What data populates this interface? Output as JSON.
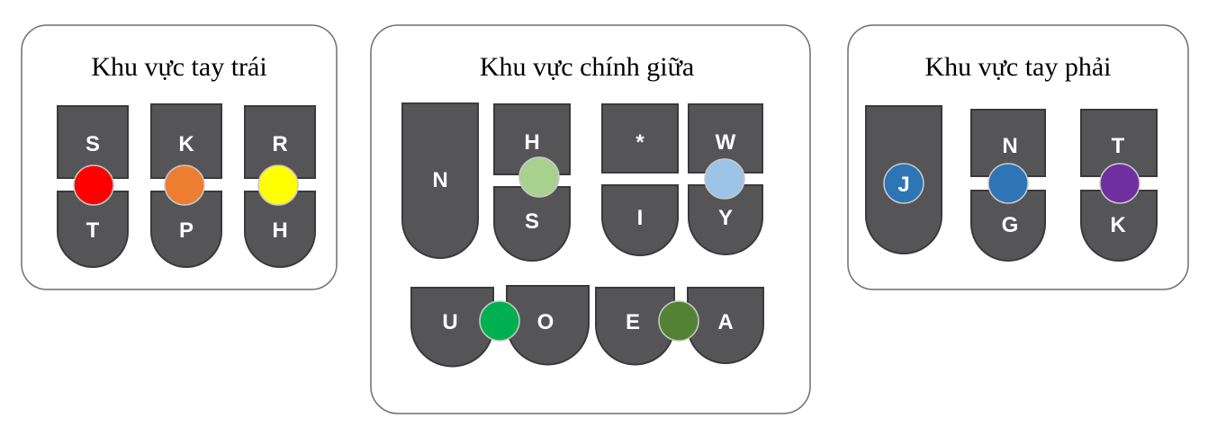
{
  "colors": {
    "key_fill": "#555557",
    "key_stroke": "#3a3a3a",
    "panel_stroke": "#6f6f6f",
    "dot_stroke": "#c8c8c8"
  },
  "panels": [
    {
      "id": "left",
      "title": "Khu vực tay trái",
      "keys": [
        {
          "kind": "split",
          "top": "S",
          "bottom": "T",
          "dot": "#ff0000"
        },
        {
          "kind": "split",
          "top": "K",
          "bottom": "P",
          "dot": "#ed7d31"
        },
        {
          "kind": "split",
          "top": "R",
          "bottom": "H",
          "dot": "#ffff00"
        }
      ]
    },
    {
      "id": "center",
      "title": "Khu vực chính giữa",
      "keys": [
        {
          "kind": "tall",
          "label": "N"
        },
        {
          "kind": "split",
          "top": "H",
          "bottom": "S",
          "dot": "#a9d18e"
        },
        {
          "kind": "split",
          "top": "*",
          "bottom": "I"
        },
        {
          "kind": "split",
          "top": "W",
          "bottom": "Y",
          "dot": "#9dc3e6"
        }
      ],
      "thumb_keys": [
        {
          "pair": [
            "U",
            "O"
          ],
          "dot": "#00b050"
        },
        {
          "pair": [
            "E",
            "A"
          ],
          "dot": "#548235"
        }
      ]
    },
    {
      "id": "right",
      "title": "Khu vực tay phải",
      "keys": [
        {
          "kind": "tall",
          "label": "J",
          "dot": "#2e75b6",
          "dot_label": "J"
        },
        {
          "kind": "split",
          "top": "N",
          "bottom": "G",
          "dot": "#2e75b6"
        },
        {
          "kind": "split",
          "top": "T",
          "bottom": "K",
          "dot": "#7030a0"
        }
      ]
    }
  ]
}
